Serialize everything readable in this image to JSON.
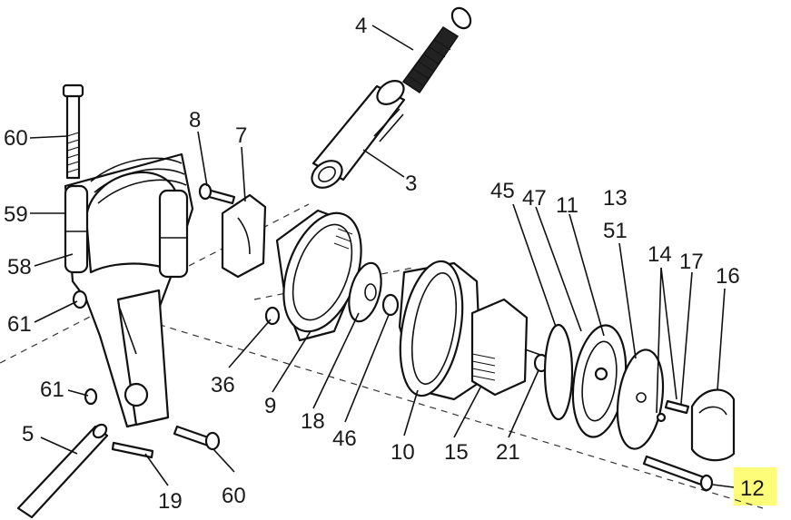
{
  "diagram": {
    "highlight_color": "#fdfd7a",
    "labels": {
      "p4": "4",
      "p60a": "60",
      "p8": "8",
      "p7": "7",
      "p3": "3",
      "p59": "59",
      "p58": "58",
      "p61a": "61",
      "p45": "45",
      "p47": "47",
      "p11": "11",
      "p13": "13",
      "p51": "51",
      "p14": "14",
      "p17": "17",
      "p16": "16",
      "p36": "36",
      "p9": "9",
      "p18": "18",
      "p46": "46",
      "p10": "10",
      "p15": "15",
      "p21": "21",
      "p61b": "61",
      "p5": "5",
      "p19": "19",
      "p60b": "60",
      "p12": "12"
    }
  }
}
